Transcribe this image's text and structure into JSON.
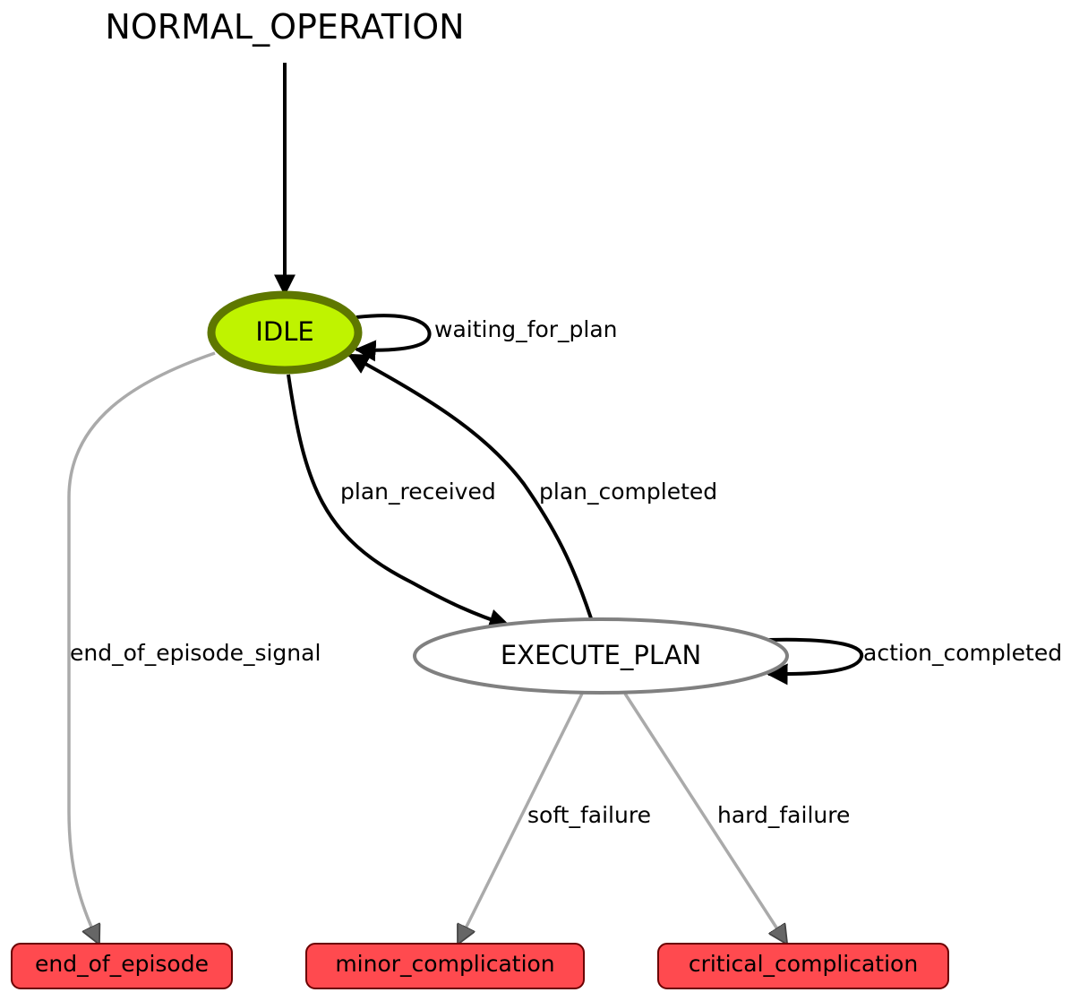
{
  "diagram": {
    "title": "NORMAL_OPERATION",
    "colors": {
      "idle_fill": "#bff300",
      "idle_stroke": "#5e7700",
      "execute_stroke": "#808080",
      "terminal_fill": "#ff4a4f",
      "terminal_stroke": "#6b0000",
      "primary_edge": "#000000",
      "failure_edge": "#aaaaaa"
    },
    "states": {
      "idle": "IDLE",
      "execute_plan": "EXECUTE_PLAN"
    },
    "terminals": {
      "end_of_episode": "end_of_episode",
      "minor_complication": "minor_complication",
      "critical_complication": "critical_complication"
    },
    "transitions": {
      "waiting_for_plan": "waiting_for_plan",
      "plan_received": "plan_received",
      "plan_completed": "plan_completed",
      "action_completed": "action_completed",
      "end_of_episode_signal": "end_of_episode_signal",
      "soft_failure": "soft_failure",
      "hard_failure": "hard_failure"
    }
  }
}
